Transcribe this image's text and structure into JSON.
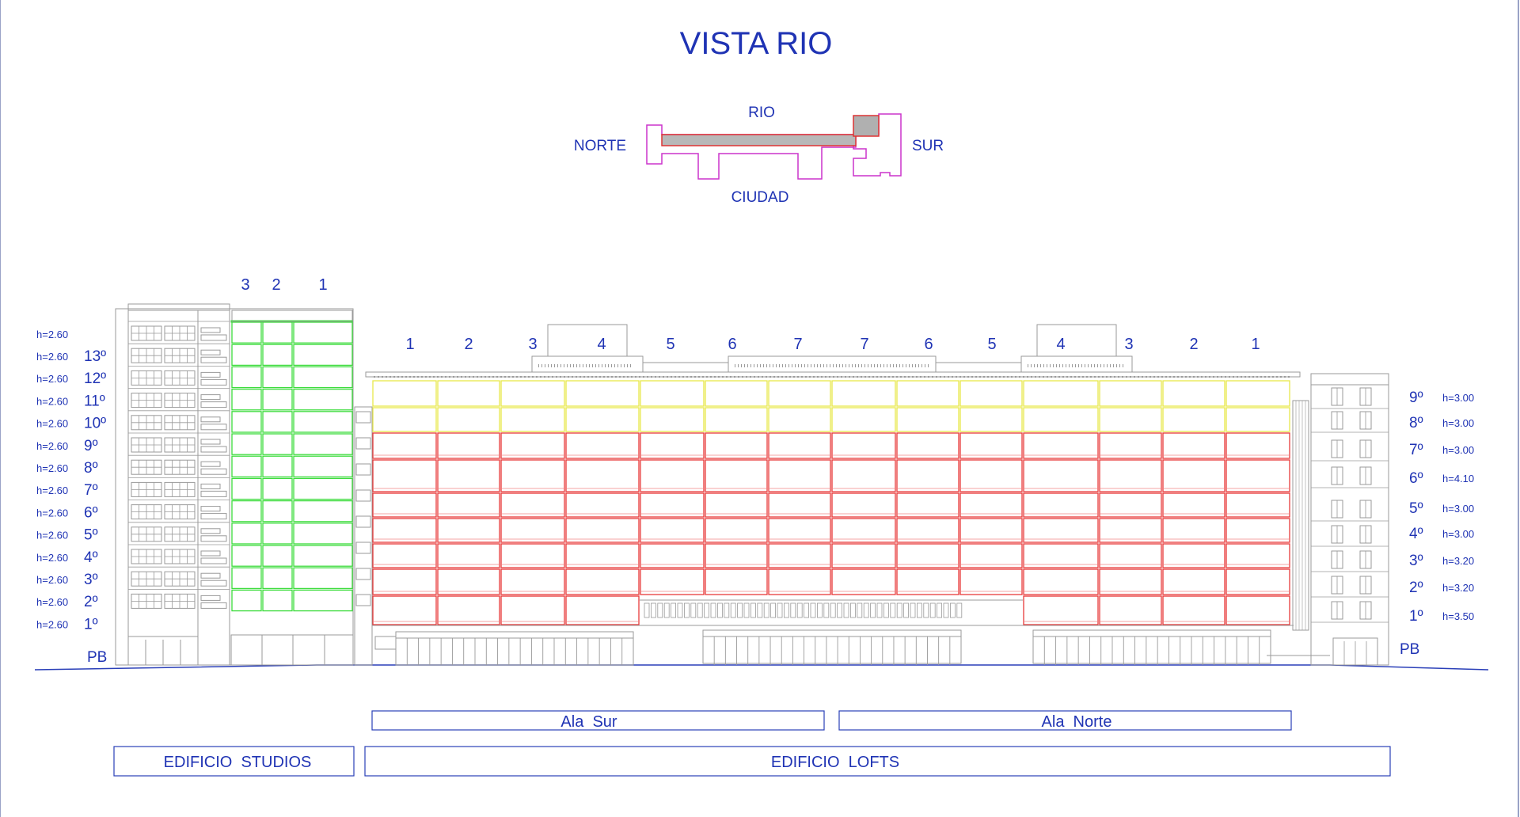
{
  "title": "VISTA RIO",
  "orientation": {
    "top": "RIO",
    "left": "NORTE",
    "right": "SUR",
    "bottom": "CIUDAD"
  },
  "colors": {
    "text": "#1f33b4",
    "line": "#9a9a9a",
    "studios_unit": "#3ddc3d",
    "loft_upper": "#e8e84a",
    "loft_unit": "#e83a3a",
    "plan_outline": "#cc33cc",
    "plan_fill": "#b8b8b8",
    "frame": "#2a3fb8"
  },
  "studios": {
    "column_numbers": [
      "3",
      "2",
      "1"
    ],
    "floors": [
      {
        "label": "13º",
        "h": "h=2.60"
      },
      {
        "label": "12º",
        "h": "h=2.60"
      },
      {
        "label": "11º",
        "h": "h=2.60"
      },
      {
        "label": "10º",
        "h": "h=2.60"
      },
      {
        "label": "9º",
        "h": "h=2.60"
      },
      {
        "label": "8º",
        "h": "h=2.60"
      },
      {
        "label": "7º",
        "h": "h=2.60"
      },
      {
        "label": "6º",
        "h": "h=2.60"
      },
      {
        "label": "5º",
        "h": "h=2.60"
      },
      {
        "label": "4º",
        "h": "h=2.60"
      },
      {
        "label": "3º",
        "h": "h=2.60"
      },
      {
        "label": "2º",
        "h": "h=2.60"
      },
      {
        "label": "1º",
        "h": "h=2.60"
      }
    ],
    "roof_h": "h=2.60",
    "ground": "PB"
  },
  "lofts": {
    "column_numbers": [
      "1",
      "2",
      "3",
      "4",
      "5",
      "6",
      "7",
      "7",
      "6",
      "5",
      "4",
      "3",
      "2",
      "1"
    ],
    "floors": [
      {
        "label": "9º",
        "h": "h=3.00"
      },
      {
        "label": "8º",
        "h": "h=3.00"
      },
      {
        "label": "7º",
        "h": "h=3.00"
      },
      {
        "label": "6º",
        "h": "h=4.10"
      },
      {
        "label": "5º",
        "h": "h=3.00"
      },
      {
        "label": "4º",
        "h": "h=3.00"
      },
      {
        "label": "3º",
        "h": "h=3.20"
      },
      {
        "label": "2º",
        "h": "h=3.20"
      },
      {
        "label": "1º",
        "h": "h=3.50"
      }
    ],
    "ground": "PB"
  },
  "wings": {
    "south": "Ala  Sur",
    "north": "Ala  Norte"
  },
  "buildings": {
    "studios": "EDIFICIO  STUDIOS",
    "lofts": "EDIFICIO  LOFTS"
  }
}
